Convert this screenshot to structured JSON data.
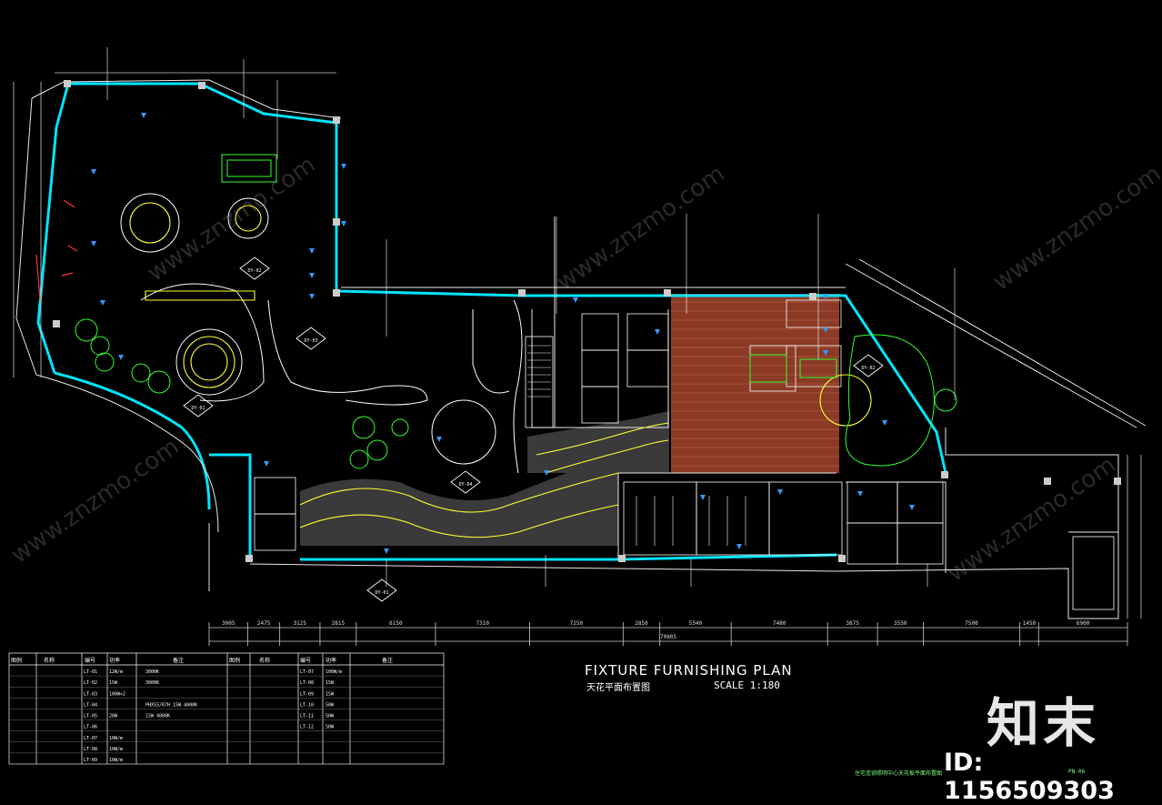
{
  "drawing": {
    "title": "FIXTURE FURNISHING PLAN",
    "subtitle": "天花平面布置图",
    "scale": "SCALE 1:180",
    "sheet_no": "PN-06",
    "footer_note": "住宅连锁照明中心天花板平面布置图"
  },
  "brand": {
    "logo_text": "知末",
    "id_text": "ID: 1156509303",
    "watermark": "www.znzmo.com"
  },
  "tags": [
    "DY-01",
    "DY-02",
    "DY-03",
    "DY-04"
  ],
  "dimensions_bottom": [
    "3005",
    "2475",
    "3125",
    "2815",
    "6150",
    "7310",
    "7250",
    "2850",
    "5540",
    "7480",
    "3875",
    "3550",
    "7500",
    "1450",
    "6900"
  ],
  "dimension_total": "70805",
  "legend": {
    "headers": [
      "图例",
      "名称",
      "编号",
      "功率",
      "备注",
      "图例",
      "名称",
      "编号",
      "功率",
      "备注"
    ],
    "rows": [
      [
        "LT-01",
        "12W/m",
        "3000K",
        "LT-07",
        "100W/m"
      ],
      [
        "LT-02",
        "15W",
        "3000K",
        "LT-08",
        "15W"
      ],
      [
        "LT-03",
        "100W×2",
        "",
        "LT-09",
        "15W"
      ],
      [
        "LT-04",
        "",
        "PHX55/R7H 15W  4000K",
        "LT-10",
        "50W"
      ],
      [
        "LT-05",
        "20W",
        "15W  4000K",
        "LT-11",
        "50W"
      ],
      [
        "LT-06",
        "",
        "",
        "LT-12",
        "50W"
      ],
      [
        "LT-07",
        "10W/m",
        "",
        "",
        ""
      ],
      [
        "LT-08",
        "10W/m",
        "",
        "",
        ""
      ],
      [
        "LT-09",
        "10W/m",
        "",
        "",
        ""
      ]
    ]
  },
  "colors": {
    "background": "#000000",
    "wall": "#00e5ff",
    "lines": "#ffffff",
    "fixtures": "#ffff00",
    "greenery": "#33ff33",
    "wood": "#a0442c",
    "accent": "#ff3333"
  }
}
